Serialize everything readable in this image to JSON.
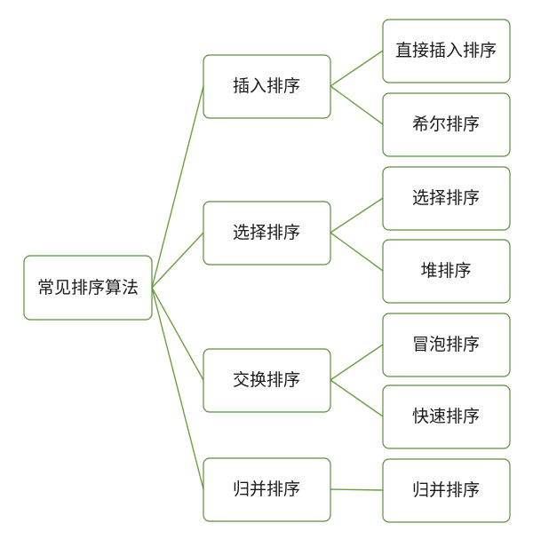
{
  "diagram": {
    "type": "tree",
    "root": {
      "label": "常见排序算法",
      "children": [
        {
          "label": "插入排序",
          "children": [
            {
              "label": "直接插入排序"
            },
            {
              "label": "希尔排序"
            }
          ]
        },
        {
          "label": "选择排序",
          "children": [
            {
              "label": "选择排序"
            },
            {
              "label": "堆排序"
            }
          ]
        },
        {
          "label": "交换排序",
          "children": [
            {
              "label": "冒泡排序"
            },
            {
              "label": "快速排序"
            }
          ]
        },
        {
          "label": "归并排序",
          "children": [
            {
              "label": "归并排序"
            }
          ]
        }
      ]
    },
    "colors": {
      "line": "#6aa040",
      "border": "#5a8f3a",
      "text": "#1a1a1a"
    }
  }
}
